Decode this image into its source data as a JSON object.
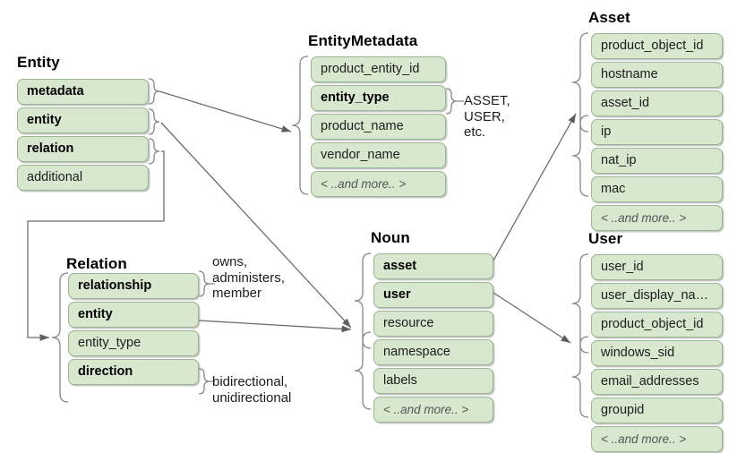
{
  "diagram": {
    "title_hidden": "",
    "palette": {
      "field_fill": "#d8e8cf",
      "field_stroke": "#9ab58f",
      "wire_stroke": "#666666",
      "text": "#1d1d1d",
      "muted_text": "#555555",
      "background": "#ffffff"
    },
    "groups": [
      {
        "key": "entity",
        "title": "Entity",
        "fields": [
          {
            "label": "metadata",
            "bold": true,
            "more": false
          },
          {
            "label": "entity",
            "bold": true,
            "more": false
          },
          {
            "label": "relation",
            "bold": true,
            "more": false
          },
          {
            "label": "additional",
            "bold": false,
            "more": false
          }
        ]
      },
      {
        "key": "entitymetadata",
        "title": "EntityMetadata",
        "fields": [
          {
            "label": "product_entity_id",
            "bold": false,
            "more": false
          },
          {
            "label": "entity_type",
            "bold": true,
            "more": false
          },
          {
            "label": "product_name",
            "bold": false,
            "more": false
          },
          {
            "label": "vendor_name",
            "bold": false,
            "more": false
          },
          {
            "label": "< ..and more.. >",
            "bold": false,
            "more": true
          }
        ]
      },
      {
        "key": "asset",
        "title": "Asset",
        "fields": [
          {
            "label": "product_object_id",
            "bold": false,
            "more": false
          },
          {
            "label": "hostname",
            "bold": false,
            "more": false
          },
          {
            "label": "asset_id",
            "bold": false,
            "more": false
          },
          {
            "label": "ip",
            "bold": false,
            "more": false
          },
          {
            "label": "nat_ip",
            "bold": false,
            "more": false
          },
          {
            "label": "mac",
            "bold": false,
            "more": false
          },
          {
            "label": "< ..and more.. >",
            "bold": false,
            "more": true
          }
        ]
      },
      {
        "key": "user",
        "title": "User",
        "fields": [
          {
            "label": "user_id",
            "bold": false,
            "more": false
          },
          {
            "label": "user_display_name",
            "bold": false,
            "more": false
          },
          {
            "label": "product_object_id",
            "bold": false,
            "more": false
          },
          {
            "label": "windows_sid",
            "bold": false,
            "more": false
          },
          {
            "label": "email_addresses",
            "bold": false,
            "more": false
          },
          {
            "label": "groupid",
            "bold": false,
            "more": false
          },
          {
            "label": "< ..and more.. >",
            "bold": false,
            "more": true
          }
        ]
      },
      {
        "key": "noun",
        "title": "Noun",
        "fields": [
          {
            "label": "asset",
            "bold": true,
            "more": false
          },
          {
            "label": "user",
            "bold": true,
            "more": false
          },
          {
            "label": "resource",
            "bold": false,
            "more": false
          },
          {
            "label": "namespace",
            "bold": false,
            "more": false
          },
          {
            "label": "labels",
            "bold": false,
            "more": false
          },
          {
            "label": "< ..and more.. >",
            "bold": false,
            "more": true
          }
        ]
      },
      {
        "key": "relation",
        "title": "Relation",
        "fields": [
          {
            "label": "relationship",
            "bold": true,
            "more": false
          },
          {
            "label": "entity",
            "bold": true,
            "more": false
          },
          {
            "label": "entity_type",
            "bold": false,
            "more": false
          },
          {
            "label": "direction",
            "bold": true,
            "more": false
          }
        ]
      }
    ],
    "annotations": [
      {
        "key": "entity_type_values",
        "text": "ASSET,\nUSER,\netc."
      },
      {
        "key": "relationship_values",
        "text": "owns,\nadministers,\nmember"
      },
      {
        "key": "direction_values",
        "text": "bidirectional,\nunidirectional"
      }
    ]
  }
}
